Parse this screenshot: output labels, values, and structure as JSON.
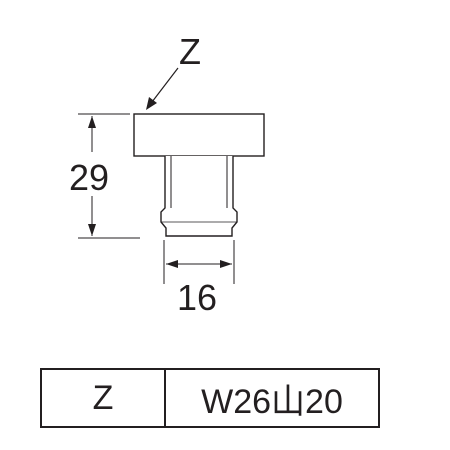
{
  "drawing": {
    "part_label": "Z",
    "height_dimension": "29",
    "width_dimension": "16"
  },
  "spec_table": {
    "key": "Z",
    "value": "W26山20"
  },
  "colors": {
    "line": "#231f20",
    "background": "#ffffff"
  }
}
